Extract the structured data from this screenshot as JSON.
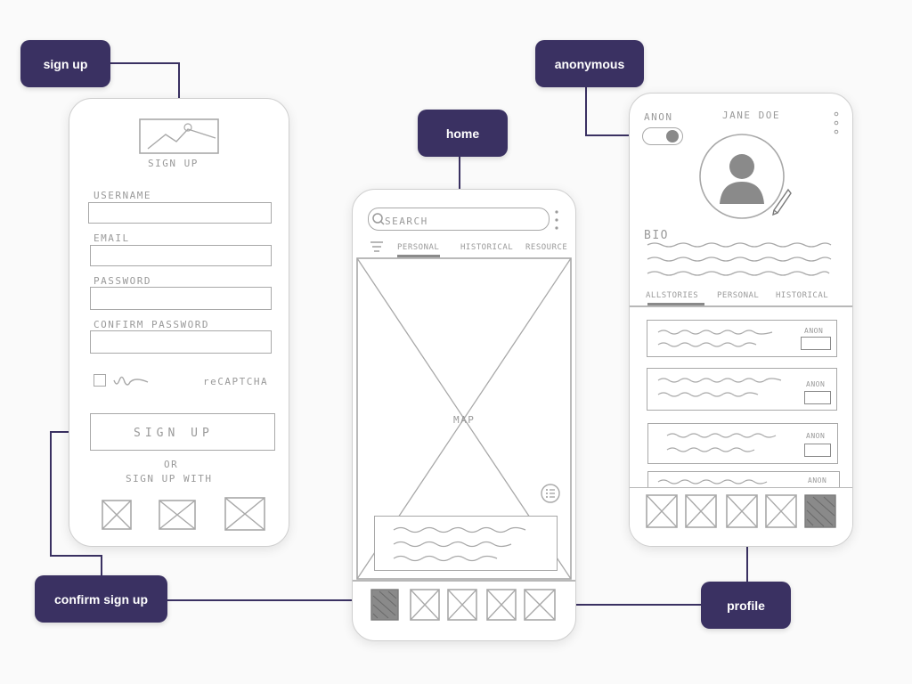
{
  "callouts": {
    "sign_up": "sign up",
    "anonymous": "anonymous",
    "home": "home",
    "confirm_sign_up": "confirm sign up",
    "profile": "profile"
  },
  "signup_screen": {
    "title": "SIGN UP",
    "fields": [
      "USERNAME",
      "EMAIL",
      "PASSWORD",
      "CONFIRM PASSWORD"
    ],
    "recaptcha": "reCAPTCHA",
    "button": "SIGN UP",
    "or": "OR",
    "sign_up_with": "SIGN UP WITH",
    "social_count": 3
  },
  "home_screen": {
    "search_placeholder": "SEARCH",
    "tabs": [
      "PERSONAL",
      "HISTORICAL",
      "RESOURCE"
    ],
    "active_tab": "PERSONAL",
    "map_label": "MAP",
    "nav_icons": 5
  },
  "profile_screen": {
    "anon_label": "ANON",
    "name": "JANE DOE",
    "bio_label": "BIO",
    "tabs": [
      "ALLSTORIES",
      "PERSONAL",
      "HISTORICAL"
    ],
    "active_tab": "ALLSTORIES",
    "card_anon": "ANON",
    "card_count": 4,
    "nav_icons": 5
  },
  "colors": {
    "callout_bg": "#3a3162",
    "sketch": "#a8a8a8",
    "background": "#fafafa"
  }
}
